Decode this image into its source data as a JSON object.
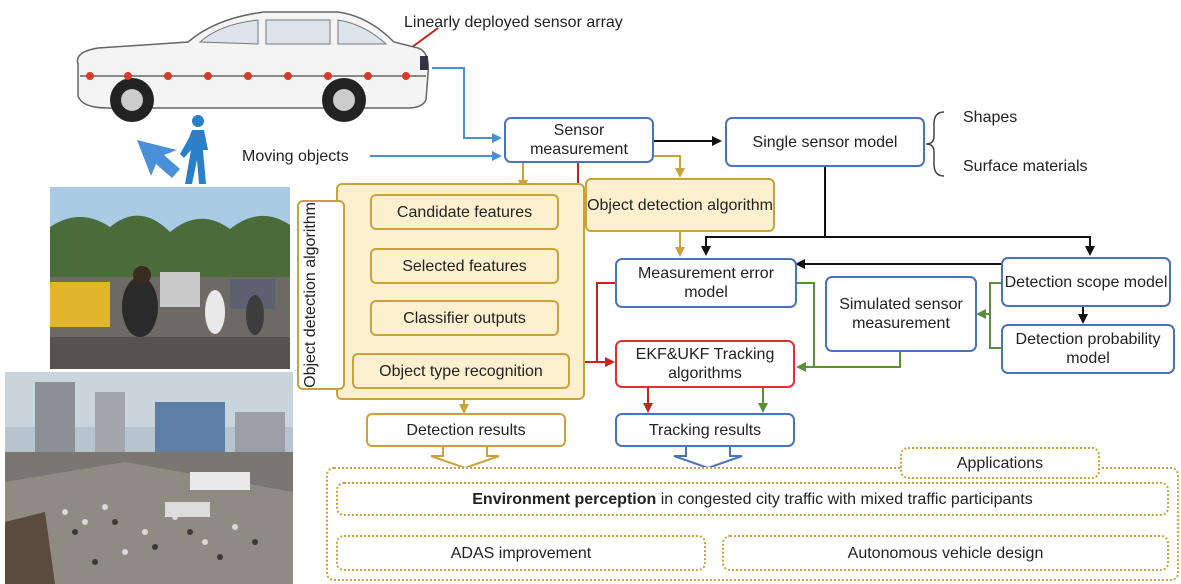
{
  "annotations": {
    "sensor_array": "Linearly deployed sensor array",
    "moving_objects": "Moving objects",
    "shapes": "Shapes",
    "surface_materials": "Surface materials"
  },
  "nodes": {
    "sensor_measurement": "Sensor measurement",
    "single_sensor_model": "Single sensor model",
    "object_detection_algorithm_box": "Object detection algorithm",
    "object_detection_algorithm_side": "Object detection algorithm",
    "candidate_features": "Candidate features",
    "selected_features": "Selected features",
    "classifier_outputs": "Classifier outputs",
    "object_type_recognition": "Object type recognition",
    "measurement_error_model": "Measurement error model",
    "simulated_sensor_measurement": "Simulated sensor measurement",
    "detection_scope_model": "Detection scope model",
    "detection_probability_model": "Detection probability model",
    "ekf_ukf": "EKF&UKF Tracking algorithms",
    "detection_results": "Detection results",
    "tracking_results": "Tracking results",
    "applications": "Applications",
    "environment_perception_bold": "Environment perception",
    "environment_perception_rest": " in congested city traffic with mixed traffic participants",
    "adas": "ADAS improvement",
    "autonomous": "Autonomous vehicle design"
  },
  "colors": {
    "blue": "#4a72c2",
    "red": "#e03030",
    "gold": "#c9a23a",
    "gold_fill": "#fdf0cf",
    "green": "#5a8f3a",
    "black": "#111111",
    "sensor_dot": "#d63a2a"
  },
  "icons": [
    "car-illustration",
    "pedestrian-icon",
    "direction-arrow-icon",
    "street-photo",
    "crowd-photo"
  ]
}
